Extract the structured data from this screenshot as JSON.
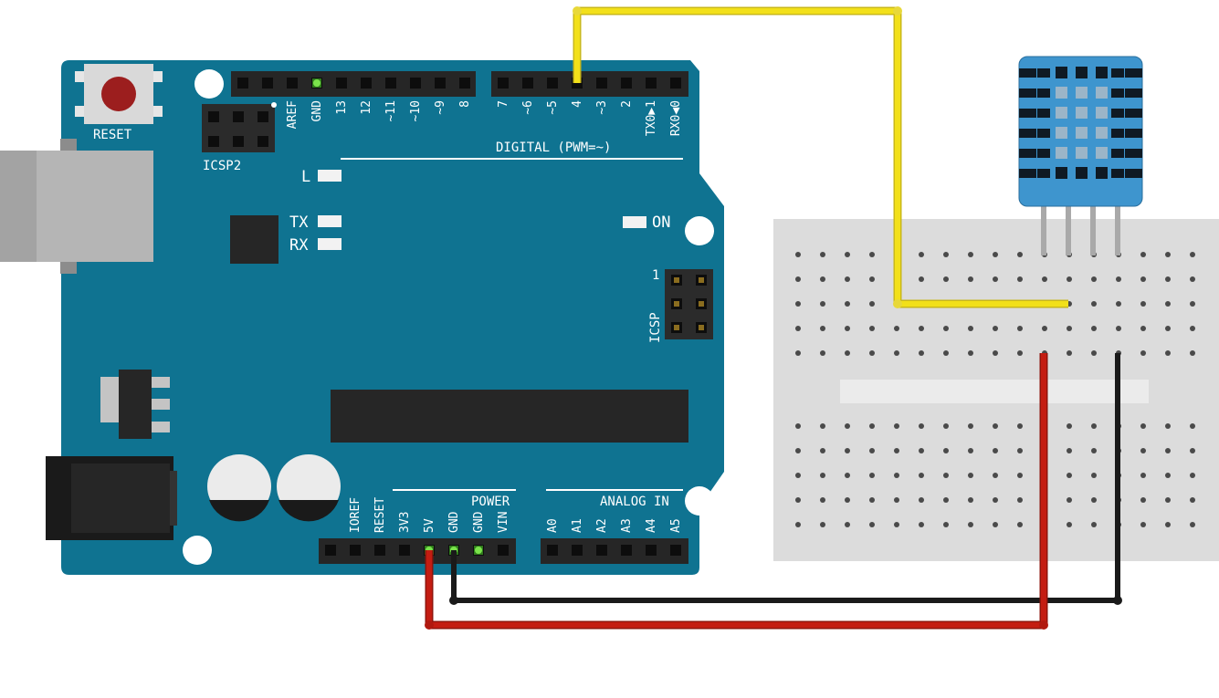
{
  "labels": {
    "reset": "RESET",
    "icsp2": "ICSP2",
    "icsp": "ICSP",
    "icsp_pin1": "1",
    "digital": "DIGITAL (PWM=~)",
    "power": "POWER",
    "analog_in": "ANALOG IN",
    "led_l": "L",
    "led_tx": "TX",
    "led_rx": "RX",
    "led_on": "ON"
  },
  "digital_top_left": [
    "AREF",
    "GND",
    "13",
    "12",
    "~11",
    "~10",
    "~9",
    "8"
  ],
  "digital_top_right": [
    "7",
    "~6",
    "~5",
    "4",
    "~3",
    "2",
    "TX0▶1",
    "RX0◀0"
  ],
  "power_pins": [
    "IOREF",
    "RESET",
    "3V3",
    "5V",
    "GND",
    "GND",
    "VIN"
  ],
  "analog_pins": [
    "A0",
    "A1",
    "A2",
    "A3",
    "A4",
    "A5"
  ],
  "colors": {
    "board": "#0F7391",
    "header": "#262626",
    "wire_signal": "#F2E01A",
    "wire_vcc": "#C41D12",
    "wire_gnd": "#1A1A1A",
    "sensor": "#3E95CE",
    "breadboard": "#DCDCDC",
    "active_pin": "#7BE34B"
  }
}
